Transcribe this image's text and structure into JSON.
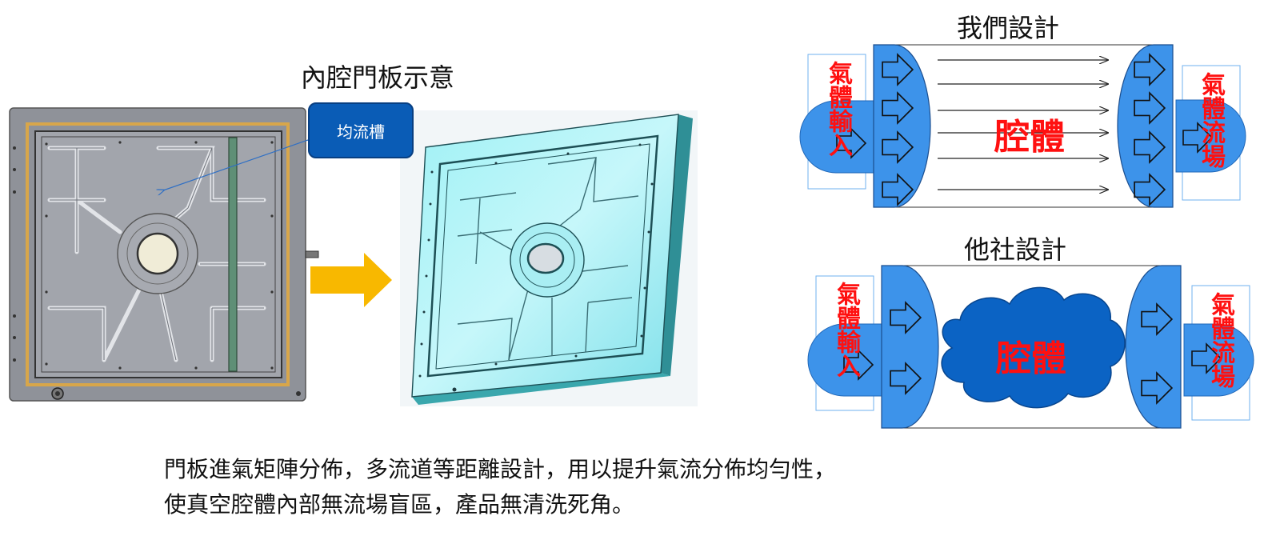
{
  "left_panel": {
    "title": "內腔門板示意",
    "callout_label": "均流槽"
  },
  "ours": {
    "title": "我們設計",
    "inlet_label": "氣體輸入",
    "chamber_label": "腔體",
    "outlet_label": "氣體流場"
  },
  "others": {
    "title": "他社設計",
    "inlet_label": "氣體輸入",
    "chamber_label": "腔體",
    "outlet_label": "氣體流場"
  },
  "caption": {
    "line1": "門板進氣矩陣分佈，多流道等距離設計，用以提升氣流分佈均勻性，",
    "line2": "使真空腔體內部無流場盲區，產品無清洗死角。"
  },
  "colors": {
    "flow_blue": "#3d93ea",
    "chamber_teal": "#7fe6ee",
    "plate_gray": "#8f9299",
    "gold_arrow": "#f8b800",
    "label_red": "#ff1010",
    "callout_blue": "#0a5cb6"
  }
}
